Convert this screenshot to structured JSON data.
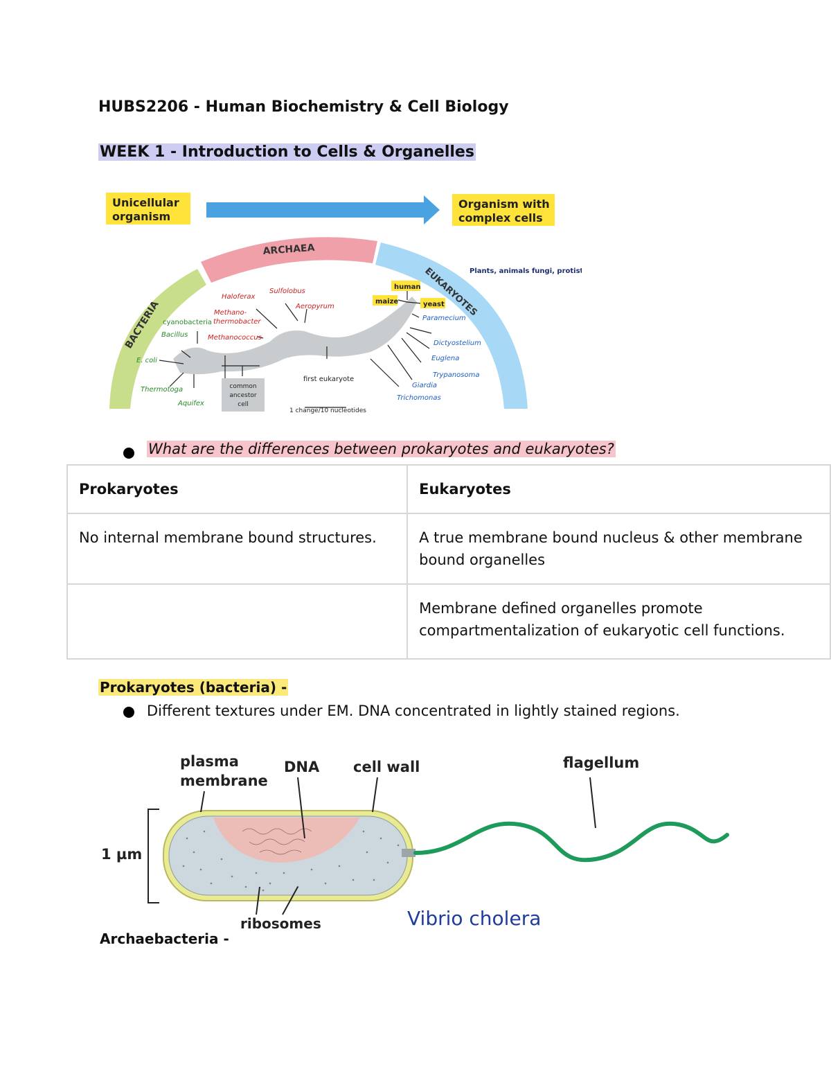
{
  "document": {
    "course_title": "HUBS2206 - Human Biochemistry & Cell Biology",
    "week_heading": "WEEK 1 - Introduction to Cells & Organelles"
  },
  "tree_figure": {
    "box_left": [
      "Unicellular",
      "organism"
    ],
    "box_right": [
      "Organism with",
      "complex cells"
    ],
    "domains": {
      "bacteria": "BACTERIA",
      "archaea": "ARCHAEA",
      "eukaryotes": "EUKARYOTES"
    },
    "eukaryote_note": "Plants, animals fungi, protists",
    "bacteria_taxa": [
      "cyanobacteria",
      "Bacillus",
      "E. coli",
      "Thermotoga",
      "Aquifex"
    ],
    "archaea_taxa": [
      "Haloferax",
      "Sulfolobus",
      "Methano-",
      "thermobacter",
      "Aeropyrum",
      "Methanococcus"
    ],
    "eukaryote_taxa": [
      "human",
      "maize",
      "yeast",
      "Paramecium",
      "Dictyostelium",
      "Euglena",
      "Trypanosoma",
      "Giardia",
      "Trichomonas"
    ],
    "ancestor_box": [
      "common",
      "ancestor",
      "cell"
    ],
    "first_eukaryote": "first eukaryote",
    "scale_label": "1 change/10 nucleotides",
    "colors": {
      "bacteria": "#c9de8b",
      "archaea": "#f0a0a8",
      "eukaryotes": "#a7d8f5",
      "box": "#ffe23a",
      "arrow": "#4aa3e0",
      "bacteria_text": "#2a8a2a",
      "archaea_text": "#cc2020",
      "eukaryote_text": "#1f5fc4"
    }
  },
  "question": "What are the differences between prokaryotes and eukaryotes?",
  "comparison_table": {
    "headers": [
      "Prokaryotes",
      "Eukaryotes"
    ],
    "rows": [
      [
        "No internal membrane bound structures.",
        "A true membrane bound nucleus & other membrane bound organelles"
      ],
      [
        "",
        "Membrane defined organelles promote compartmentalization of eukaryotic cell functions."
      ]
    ]
  },
  "prokaryotes_section": {
    "heading": "Prokaryotes (bacteria) -",
    "bullet": "Different textures under EM. DNA concentrated in lightly stained regions."
  },
  "bacterium_figure": {
    "labels": {
      "plasma_membrane": [
        "plasma",
        "membrane"
      ],
      "dna": "DNA",
      "cell_wall": "cell wall",
      "flagellum": "flagellum",
      "scale": "1 µm",
      "ribosomes": "ribosomes",
      "species": "Vibrio cholera"
    },
    "colors": {
      "wall": "#e9eb93",
      "cytoplasm": "#cdd8de",
      "dna_region": "#f1b9b0",
      "flagellum": "#1e9a5a"
    }
  },
  "archaebacteria_heading": "Archaebacteria -"
}
